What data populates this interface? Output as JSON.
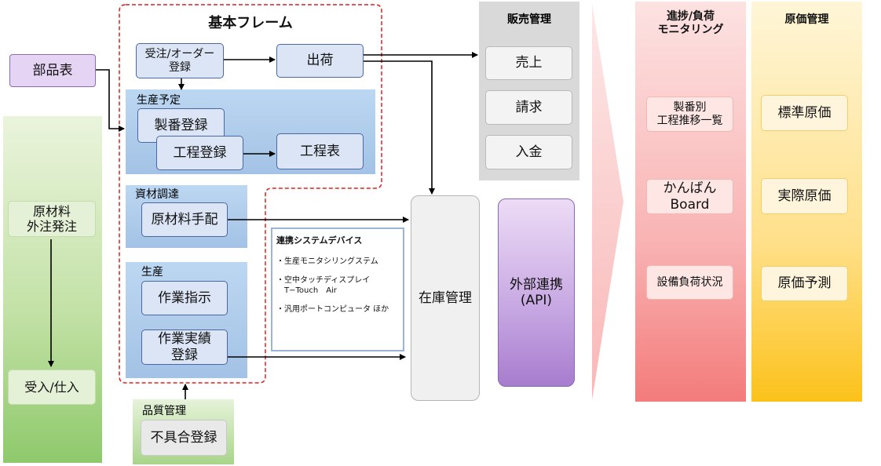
{
  "parts_list": "部品表",
  "basic_frame": {
    "title": "基本フレーム",
    "order_entry": "受注/オーダー\n登録",
    "shipment": "出荷",
    "production_plan": {
      "label": "生産予定",
      "serial_register": "製番登録",
      "process_register": "工程登録",
      "process_table": "工程表"
    }
  },
  "material_procurement": {
    "label": "資材調達",
    "arrangement": "原材料手配"
  },
  "production": {
    "label": "生産",
    "work_order": "作業指示",
    "work_result": "作業実績\n登録"
  },
  "quality": {
    "label": "品質管理",
    "nonconformity": "不具合登録"
  },
  "left_column": {
    "raw_material_order": "原材料\n外注発注",
    "receiving": "受入/仕入"
  },
  "devices": {
    "title": "連携システムデバイス",
    "item1": "・生産モニタシリングステム",
    "item2": "・空中タッチディスプレイ\n　T−Touch　Air",
    "item3": "・汎用ポートコンピュータ ほか"
  },
  "inventory": "在庫管理",
  "external": "外部連携\n(API)",
  "sales": {
    "title": "販売管理",
    "items": [
      "売上",
      "請求",
      "入金"
    ]
  },
  "progress": {
    "title": "進捗/負荷\nモニタリング",
    "items": [
      "製番別\n工程推移一覧",
      "かんばん\nBoard",
      "設備負荷状況"
    ]
  },
  "cost": {
    "title": "原価管理",
    "items": [
      "標準原価",
      "実際原価",
      "原価予測"
    ]
  },
  "colors": {
    "blue_box": "#dbe5f5",
    "blue_border": "#4a67a6",
    "frame_dashed": "#e02020",
    "purple": "#e6d4f4",
    "green": "#9ccf7c",
    "pink": "#f68c8c",
    "yellow": "#fcc21b",
    "gray_panel": "#d9d9d9"
  }
}
